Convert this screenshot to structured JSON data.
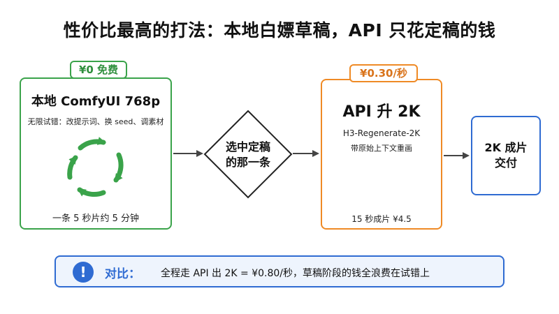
{
  "title": "性价比最高的打法：本地白嫖草稿，API 只花定稿的钱",
  "local_stage": {
    "badge": "¥0 免费",
    "title": "本地 ComfyUI 768p",
    "description": "无限试错：改提示词、换 seed、调素材",
    "footer": "一条 5 秒片约 5 分钟",
    "icon": "cycle-arrows-icon"
  },
  "decision": {
    "label_line1": "选中定稿",
    "label_line2": "的那一条"
  },
  "api_stage": {
    "badge": "¥0.30/秒",
    "title": "API 升 2K",
    "model": "H3-Regenerate-2K",
    "description": "带原始上下文重画",
    "footer": "15 秒成片 ¥4.5"
  },
  "delivery": {
    "label_line1": "2K 成片",
    "label_line2": "交付"
  },
  "note": {
    "icon": "exclamation-icon",
    "icon_glyph": "!",
    "label": "对比：",
    "text": "全程走 API 出 2K = ¥0.80/秒，草稿阶段的钱全浪费在试错上"
  },
  "colors": {
    "green": "#3aa34a",
    "orange": "#ef8a25",
    "blue": "#2f6bd2",
    "arrow": "#444444"
  }
}
